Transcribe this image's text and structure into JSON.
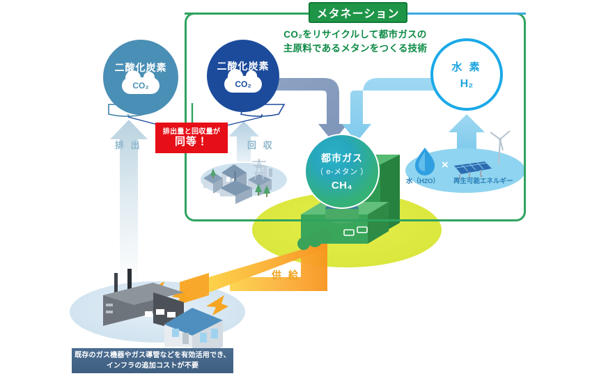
{
  "header": {
    "badge_label": "メタネーション",
    "subtitle_line1": "CO₂をリサイクルして都市ガスの",
    "subtitle_line2": "主原料であるメタンをつくる技術"
  },
  "nodes": {
    "co2_emitted": {
      "title": "二酸化炭素",
      "formula": "CO₂",
      "color": "#4a8fb5"
    },
    "co2_captured": {
      "title": "二酸化炭素",
      "formula": "CO₂",
      "color": "#1c4b9c"
    },
    "hydrogen": {
      "title": "水 素",
      "formula": "H₂",
      "color": "#1aa9e8"
    },
    "city_gas": {
      "title": "都市ガス",
      "subtitle": "（ e-メタン ）",
      "formula": "CH₄",
      "color": "#34b07a"
    }
  },
  "banner": {
    "line1": "排出量と回収量が",
    "line2": "同等！",
    "color": "#e60e17"
  },
  "flow_labels": {
    "emission": "排 出",
    "recovery": "回 収",
    "supply": "供 給",
    "supply_color": "#f0a31e"
  },
  "inputs": {
    "water": "水（H2O）",
    "multiply": "×",
    "renewable": "再生可能エネルギー"
  },
  "caption": {
    "line1": "既存のガス機器やガス導管などを有効活用でき、",
    "line2": "インフラの追加コストが不要"
  },
  "icons": {
    "cloud": "cloud-icon",
    "balance": "balance-scale-icon",
    "town": "town-illustration",
    "plant": "methanation-plant-illustration",
    "factory": "factory-illustration",
    "house": "house-illustration",
    "droplet": "water-droplet-icon",
    "solar": "solar-panel-icon",
    "wind": "wind-turbine-icon"
  }
}
